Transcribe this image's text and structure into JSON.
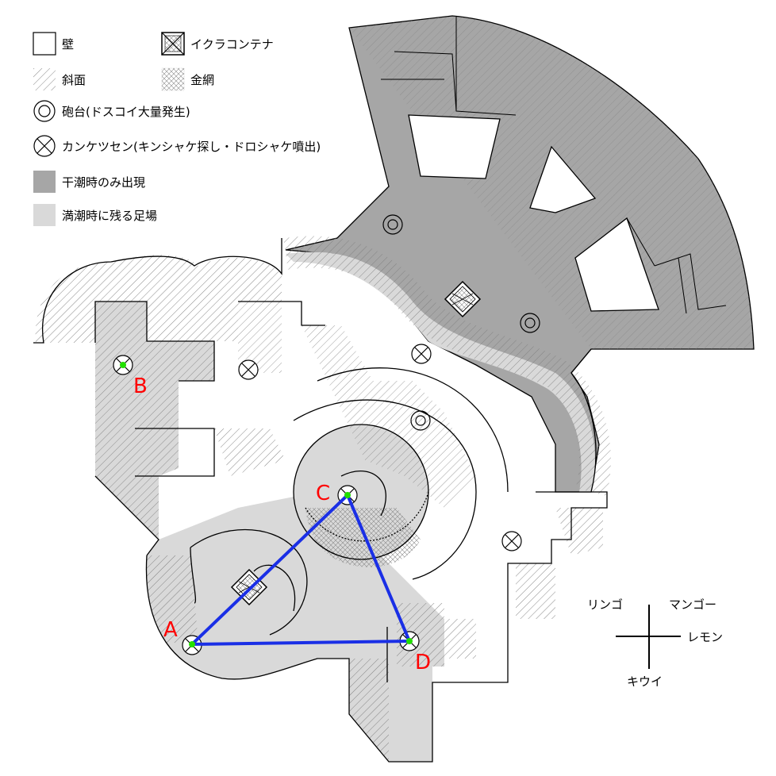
{
  "legend": {
    "wall": "壁",
    "slope": "斜面",
    "battery": "砲台(ドスコイ大量発生)",
    "kankeitsusen": "カンケツセン(キンシャケ探し・ドロシャケ噴出)",
    "low_tide_only": "干潮時のみ出現",
    "high_tide_footing": "満潮時に残る足場",
    "ikura_container": "イクラコンテナ",
    "wire_mesh": "金網"
  },
  "compass": {
    "north_west": "リンゴ",
    "north_east": "マンゴー",
    "east": "レモン",
    "south": "キウイ"
  },
  "route": {
    "points": [
      {
        "label": "A"
      },
      {
        "label": "B"
      },
      {
        "label": "C"
      },
      {
        "label": "D"
      }
    ]
  },
  "colors": {
    "low_tide": "#a6a6a6",
    "high_tide": "#d9d9d9",
    "wall": "#ffffff",
    "route_line": "#1a2fe6",
    "route_node": "#22e000",
    "label": "#ff0000"
  }
}
